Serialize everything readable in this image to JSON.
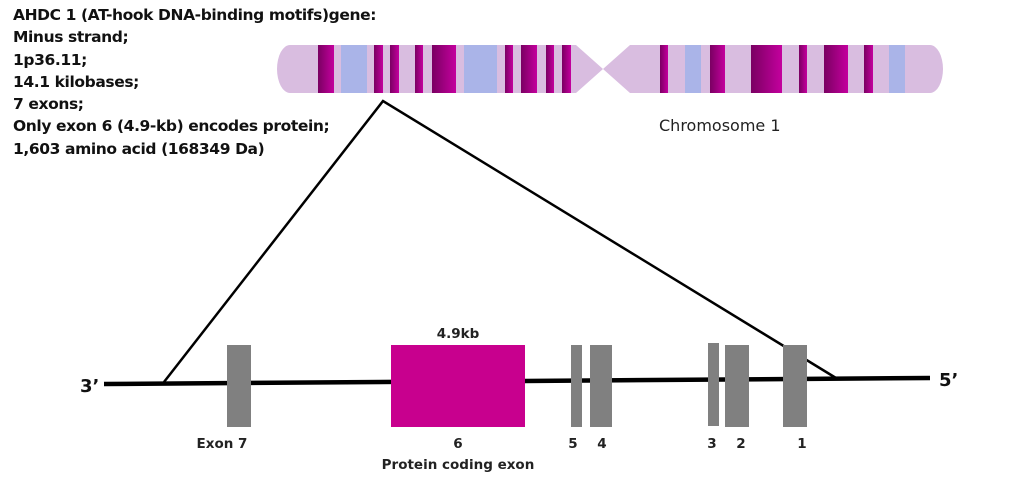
{
  "info_lines": [
    "AHDC 1 (AT-hook DNA-binding motifs)gene:",
    "Minus strand;",
    "1p36.11;",
    "14.1 kilobases;",
    "7 exons;",
    "Only exon 6 (4.9-kb) encodes protein;",
    "1,603 amino acid (168349 Da)"
  ],
  "chromosome": {
    "label": "Chromosome 1",
    "colors": {
      "body": "#d9bde0",
      "band_dark": "#7a0062",
      "band_bright": "#c4009e",
      "band_blue": "#aab4e8"
    },
    "bands": [
      "dark",
      "blue",
      "dark",
      "dark",
      "dark",
      "dark",
      "blue",
      "dark",
      "dark",
      "dark",
      "dark",
      "dark",
      "blue",
      "dark",
      "dark",
      "dark",
      "dark",
      "blue"
    ]
  },
  "gene": {
    "left_end": "3’",
    "right_end": "5’",
    "exon_colors": {
      "noncoding": "#808080",
      "coding": "#c8008e"
    },
    "exons": [
      {
        "number": "7",
        "label": "Exon 7",
        "coding": false
      },
      {
        "number": "6",
        "label": "6",
        "coding": true,
        "size_label": "4.9kb",
        "caption": "Protein coding exon"
      },
      {
        "number": "5",
        "label": "5",
        "coding": false
      },
      {
        "number": "4",
        "label": "4",
        "coding": false
      },
      {
        "number": "3",
        "label": "3",
        "coding": false
      },
      {
        "number": "2",
        "label": "2",
        "coding": false
      },
      {
        "number": "1",
        "label": "1",
        "coding": false
      }
    ]
  }
}
